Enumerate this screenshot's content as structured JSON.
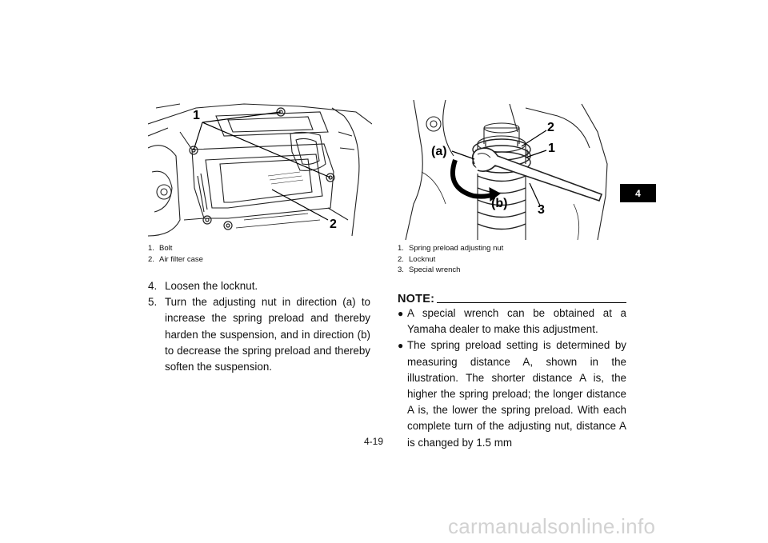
{
  "left_figure": {
    "callouts": [
      "1",
      "2"
    ],
    "legend": [
      {
        "num": "1.",
        "text": "Bolt"
      },
      {
        "num": "2.",
        "text": "Air filter case"
      }
    ]
  },
  "right_figure": {
    "callouts": [
      "2",
      "1",
      "3",
      "(a)",
      "(b)"
    ],
    "legend": [
      {
        "num": "1.",
        "text": "Spring preload adjusting nut"
      },
      {
        "num": "2.",
        "text": "Locknut"
      },
      {
        "num": "3.",
        "text": "Special wrench"
      }
    ]
  },
  "steps": [
    {
      "num": "4.",
      "text": "Loosen the locknut."
    },
    {
      "num": "5.",
      "text": "Turn the adjusting nut in direction (a) to increase the spring preload and thereby harden the suspension, and in direction (b) to decrease the spring preload and thereby soften the suspension."
    }
  ],
  "note": {
    "label": "NOTE:",
    "bullets": [
      "A special wrench can be obtained at a Yamaha dealer to make this adjustment.",
      "The spring preload setting is determined by measuring distance A, shown in the illustration. The shorter distance A is, the higher the spring preload; the longer distance A is, the lower the spring preload. With each complete turn of the adjusting nut, distance A is changed by 1.5 mm"
    ]
  },
  "page_number": "4-19",
  "chapter_tab": "4",
  "watermark": "carmanualsonline.info"
}
